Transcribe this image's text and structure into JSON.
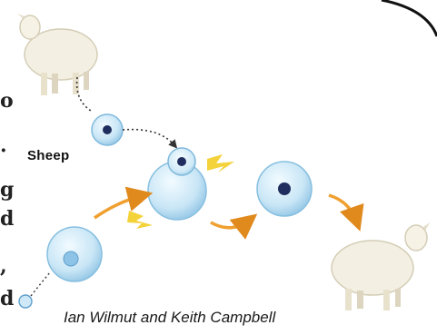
{
  "labels": {
    "sheep": "Sheep",
    "caption": "Ian Wilmut and Keith Campbell"
  },
  "edge_glyphs": [
    "o",
    "·",
    "g",
    "d",
    ",",
    "d"
  ],
  "colors": {
    "cell_fill_outer": "#bfe0f3",
    "cell_fill_inner": "#e9f6fd",
    "cell_stroke": "#7fb9dd",
    "nucleus": "#1f2e5f",
    "nucleus_light": "#8cc3e6",
    "arrow_orange": "#f0a030",
    "spark_yellow": "#f3d23a",
    "sheep_body": "#f3efe2",
    "sheep_shadow": "#d9d2bd",
    "frame": "#111111"
  }
}
